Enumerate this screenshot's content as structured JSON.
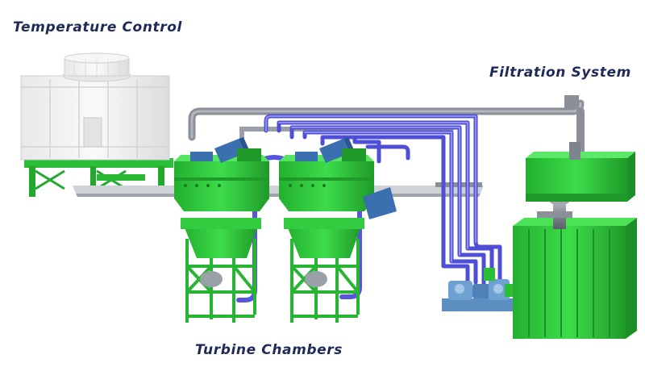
{
  "labels": {
    "temperature_control": "Temperature Control",
    "filtration_system": "Filtration System",
    "turbine_chambers": "Turbine Chambers"
  },
  "colors": {
    "background": "#ffffff",
    "label_text": "#1e2a5a",
    "equipment_green": "#2ecc40",
    "pipe_blue": "#5a5ae0",
    "pipe_gray": "#8a8f98",
    "tower_white": "#f2f2f2",
    "motor_blue": "#3a6fb0"
  }
}
